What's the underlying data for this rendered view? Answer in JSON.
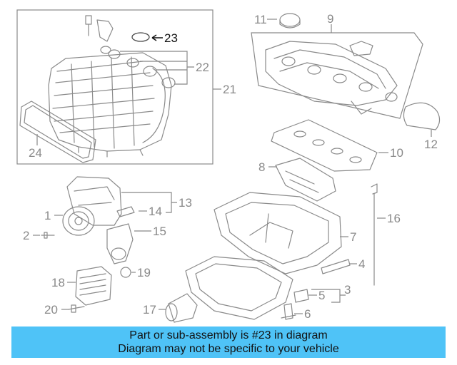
{
  "diagram": {
    "callouts": [
      {
        "id": "1",
        "text": "1"
      },
      {
        "id": "2",
        "text": "2"
      },
      {
        "id": "3",
        "text": "3"
      },
      {
        "id": "4",
        "text": "4"
      },
      {
        "id": "5",
        "text": "5"
      },
      {
        "id": "6",
        "text": "6"
      },
      {
        "id": "7",
        "text": "7"
      },
      {
        "id": "8",
        "text": "8"
      },
      {
        "id": "9",
        "text": "9"
      },
      {
        "id": "10",
        "text": "10"
      },
      {
        "id": "11",
        "text": "11"
      },
      {
        "id": "12",
        "text": "12"
      },
      {
        "id": "13",
        "text": "13"
      },
      {
        "id": "14",
        "text": "14"
      },
      {
        "id": "15",
        "text": "15"
      },
      {
        "id": "16",
        "text": "16"
      },
      {
        "id": "17",
        "text": "17"
      },
      {
        "id": "18",
        "text": "18"
      },
      {
        "id": "19",
        "text": "19"
      },
      {
        "id": "20",
        "text": "20"
      },
      {
        "id": "21",
        "text": "21"
      },
      {
        "id": "22",
        "text": "22"
      },
      {
        "id": "23",
        "text": "23"
      },
      {
        "id": "24",
        "text": "24"
      }
    ],
    "highlighted_part": "23"
  },
  "banner": {
    "line1": "Part or sub-assembly is #23 in diagram",
    "line2": "Diagram may not be specific to your vehicle",
    "color": "#4fc3f7"
  }
}
